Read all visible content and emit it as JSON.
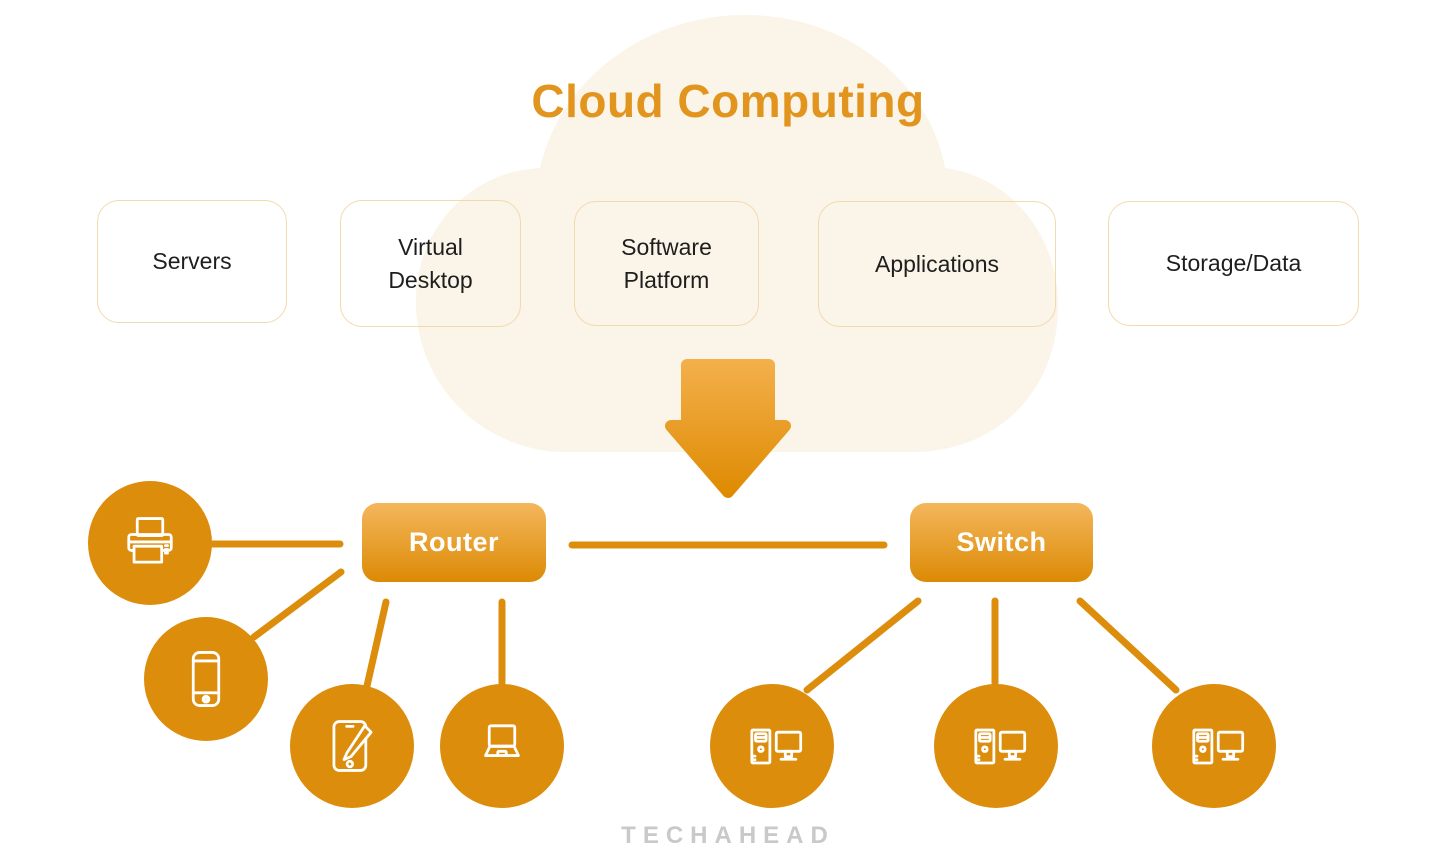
{
  "title": "Cloud Computing",
  "cloud_services": {
    "items": [
      {
        "label": "Servers"
      },
      {
        "label": "Virtual Desktop"
      },
      {
        "label": "Software Platform"
      },
      {
        "label": "Applications"
      },
      {
        "label": "Storage/Data"
      }
    ]
  },
  "network_nodes": {
    "router": {
      "label": "Router"
    },
    "switch": {
      "label": "Switch"
    }
  },
  "devices": {
    "router_devices": [
      {
        "name": "printer",
        "icon": "printer-icon"
      },
      {
        "name": "smartphone",
        "icon": "smartphone-icon"
      },
      {
        "name": "tablet",
        "icon": "tablet-pen-icon"
      },
      {
        "name": "laptop",
        "icon": "laptop-icon"
      }
    ],
    "switch_devices": [
      {
        "name": "desktop-pc-1",
        "icon": "desktop-pc-icon"
      },
      {
        "name": "desktop-pc-2",
        "icon": "desktop-pc-icon"
      },
      {
        "name": "desktop-pc-3",
        "icon": "desktop-pc-icon"
      }
    ]
  },
  "watermark": "TECHAHEAD",
  "colors": {
    "accent": "#DD8D0C",
    "title": "#E2951E",
    "cloud_fill": "#FBF4E8",
    "box_border": "#F3DAAC",
    "box_text": "#1E1E1E",
    "node_grad_top": "#F4B75C",
    "node_grad_bottom": "#DC8A05",
    "arrow_grad_top": "#F3B04C",
    "arrow_grad_bottom": "#DE8A00",
    "watermark": "#C9C9C9"
  }
}
